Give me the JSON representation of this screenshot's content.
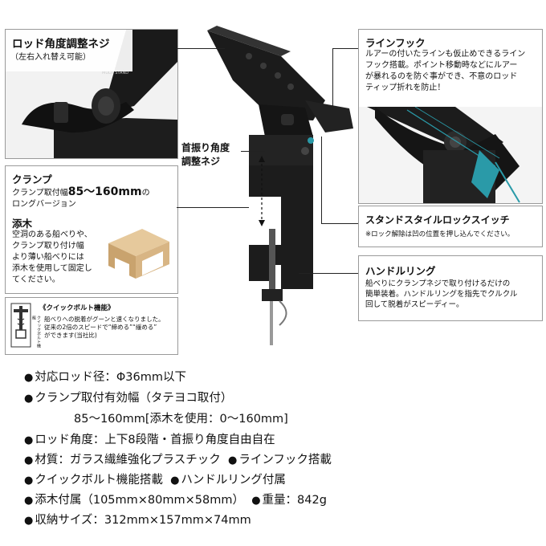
{
  "callouts": {
    "rod_angle": {
      "title": "ロッド角度調整ネジ",
      "sub": "（左右入れ替え可能）"
    },
    "swing": {
      "line1": "首振り角度",
      "line2": "調整ネジ"
    },
    "line_hook": {
      "title": "ラインフック",
      "lines": [
        "ルアーの付いたラインも仮止めできるライン",
        "フック搭載。ポイント移動時などにルアー",
        "が暴れるのを防ぐ事ができ、不意のロッド",
        "ティップ折れを防止！"
      ]
    },
    "clamp": {
      "title": "クランプ",
      "line1_prefix": "クランプ取付幅",
      "line1_range": "85～160mm",
      "line1_suffix": "の",
      "line2": "ロングバージョン"
    },
    "soegi": {
      "title": "添木",
      "lines": [
        "空洞のある船べりや、",
        "クランプ取り付け幅",
        "より薄い船べりには",
        "添木を使用して固定し",
        "てください。"
      ]
    },
    "stand_switch": {
      "title": "スタンドスタイルロックスイッチ",
      "note": "※ロック解除は凹の位置を押し込んでください。"
    },
    "handle_ring": {
      "title": "ハンドルリング",
      "lines": [
        "船べりにクランプネジで取り付けるだけの",
        "簡単装着。ハンドルリングを指先でクルクル",
        "回して脱着がスピーディー。"
      ]
    },
    "quick_bolt": {
      "title": "《クイックボルト機能》",
      "lines": [
        "船べりへの脱着がグーンと速くなりました。",
        "従来の2倍のスピードで“締める”“緩める”",
        "ができます(当社比)"
      ],
      "logo_text": "クイックボルト機能"
    },
    "product_mark": "MULTI STAND"
  },
  "specs": [
    {
      "text": "対応ロッド径：Φ36mm以下"
    },
    {
      "text": "クランプ取付有効幅（タテヨコ取付）"
    },
    {
      "text": "85～160mm[添木を使用：0～160mm]",
      "indent": true
    },
    {
      "text": "ロッド角度：上下8段階・首振り角度自由自在"
    },
    {
      "text": "材質：ガラス繊維強化プラスチック",
      "text2": "ラインフック搭載"
    },
    {
      "text": "クイックボルト機能搭載",
      "text2": "ハンドルリング付属"
    },
    {
      "text": "添木付属（105mm×80mm×58mm）",
      "text2": "重量：842g"
    },
    {
      "text": "収納サイズ：312mm×157mm×74mm"
    }
  ],
  "colors": {
    "product": "#1b1b1b",
    "accent_teal": "#2a9aa8",
    "wood": "#d9b98a",
    "border": "#9a9a9a"
  }
}
